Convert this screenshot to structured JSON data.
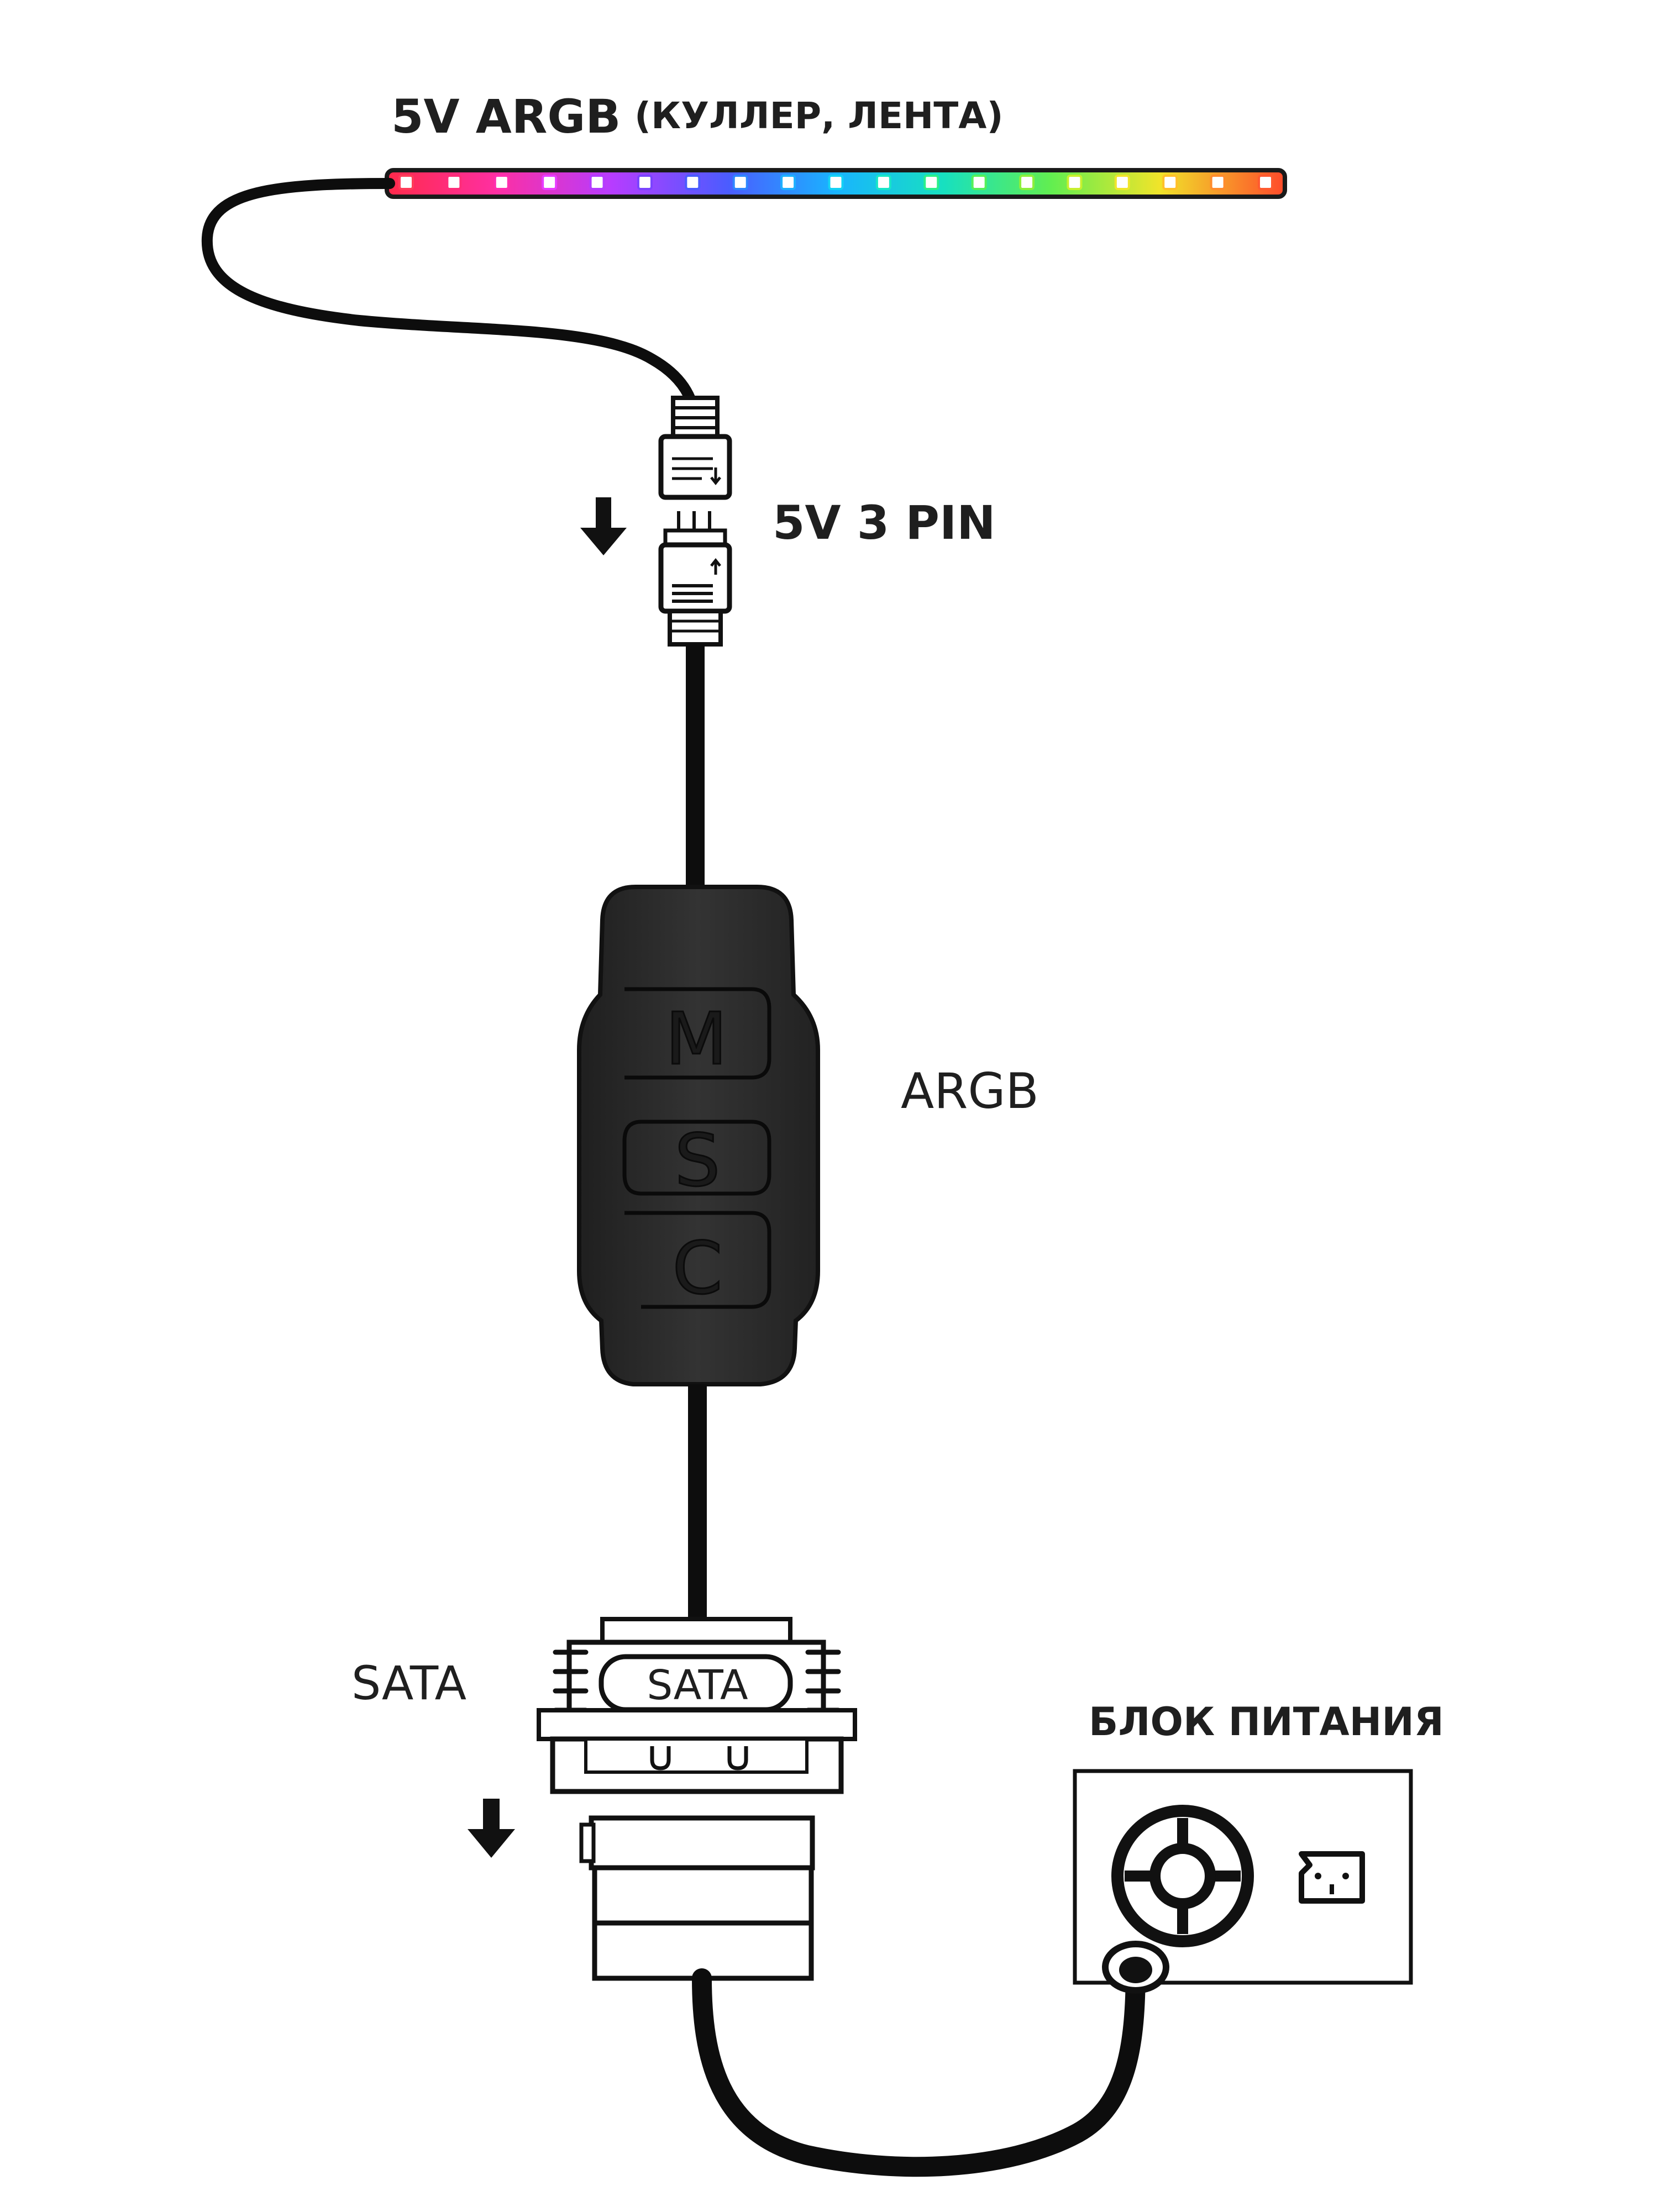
{
  "labels": {
    "strip_title": "5V ARGB",
    "strip_subtitle": "(КУЛЛЕР, ЛЕНТА)",
    "pin_label": "5V 3 PIN",
    "controller_label": "ARGB",
    "sata_label": "SATA",
    "sata_connector_text": "SATA",
    "psu_label": "БЛОК ПИТАНИЯ"
  },
  "controller_buttons": [
    "M",
    "S",
    "C"
  ],
  "led_colors": [
    "#ff3d5a",
    "#ff2d7a",
    "#ff2fb0",
    "#e83cff",
    "#b43cff",
    "#7a44ff",
    "#4b5cff",
    "#2f86ff",
    "#1fb0ff",
    "#14d2f5",
    "#18e6c8",
    "#2cf08a",
    "#55f05a",
    "#8cf03c",
    "#c8f02e",
    "#f0e62a",
    "#ffc02a",
    "#ff8c2e",
    "#ff5a30"
  ],
  "colors": {
    "ink": "#111111",
    "controller_body": "#2b2b2b",
    "cable": "#0d0d0d",
    "strip_edge": "#e0142a"
  },
  "icons": [
    "arrow-down-icon",
    "fan-icon",
    "power-socket-icon"
  ]
}
